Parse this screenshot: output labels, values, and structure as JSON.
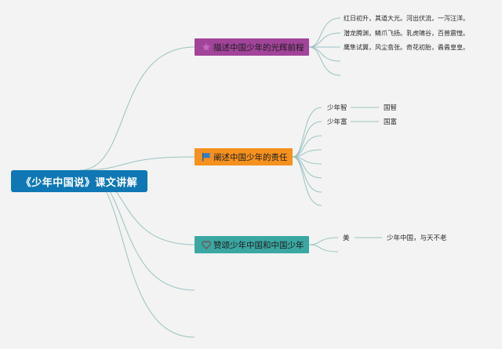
{
  "colors": {
    "root": "#0f78b4",
    "branch1": "#a2449a",
    "branch2": "#f5911e",
    "branch3": "#3ba7a3",
    "line": "#9bc3c3",
    "background": "#f2f3f2"
  },
  "root": {
    "label": "《少年中国说》课文讲解"
  },
  "branches": [
    {
      "label": "描述中国少年的光辉前程",
      "icon": "star-icon",
      "leaves": [
        "红日初升，其道大光。河出伏流，一泻汪洋。",
        "潜龙腾渊，鳞爪飞扬。乳虎啸谷，百兽震惶。",
        "鹰隼试翼，风尘翕张。奇花初胎，矞矞皇皇。"
      ]
    },
    {
      "label": "阐述中国少年的责任",
      "icon": "flag-icon",
      "pairs": [
        {
          "left": "少年智",
          "right": "国智"
        },
        {
          "left": "少年富",
          "right": "国富"
        }
      ]
    },
    {
      "label": "赞颂少年中国和中国少年",
      "icon": "heart-icon",
      "pairs": [
        {
          "left": "美",
          "right": "少年中国，与天不老"
        }
      ]
    }
  ]
}
